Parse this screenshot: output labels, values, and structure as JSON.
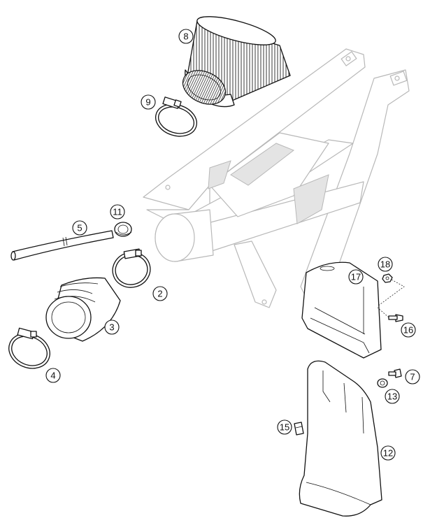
{
  "callouts": [
    {
      "id": "8",
      "label": "8"
    },
    {
      "id": "9",
      "label": "9"
    },
    {
      "id": "11",
      "label": "11"
    },
    {
      "id": "5",
      "label": "5"
    },
    {
      "id": "2",
      "label": "2"
    },
    {
      "id": "3",
      "label": "3"
    },
    {
      "id": "4",
      "label": "4"
    },
    {
      "id": "17",
      "label": "17"
    },
    {
      "id": "18",
      "label": "18"
    },
    {
      "id": "16",
      "label": "16"
    },
    {
      "id": "7",
      "label": "7"
    },
    {
      "id": "13",
      "label": "13"
    },
    {
      "id": "15",
      "label": "15"
    },
    {
      "id": "12",
      "label": "12"
    }
  ],
  "colors": {
    "line": "#111111",
    "frame": "#b8b8b8",
    "background": "#ffffff"
  }
}
